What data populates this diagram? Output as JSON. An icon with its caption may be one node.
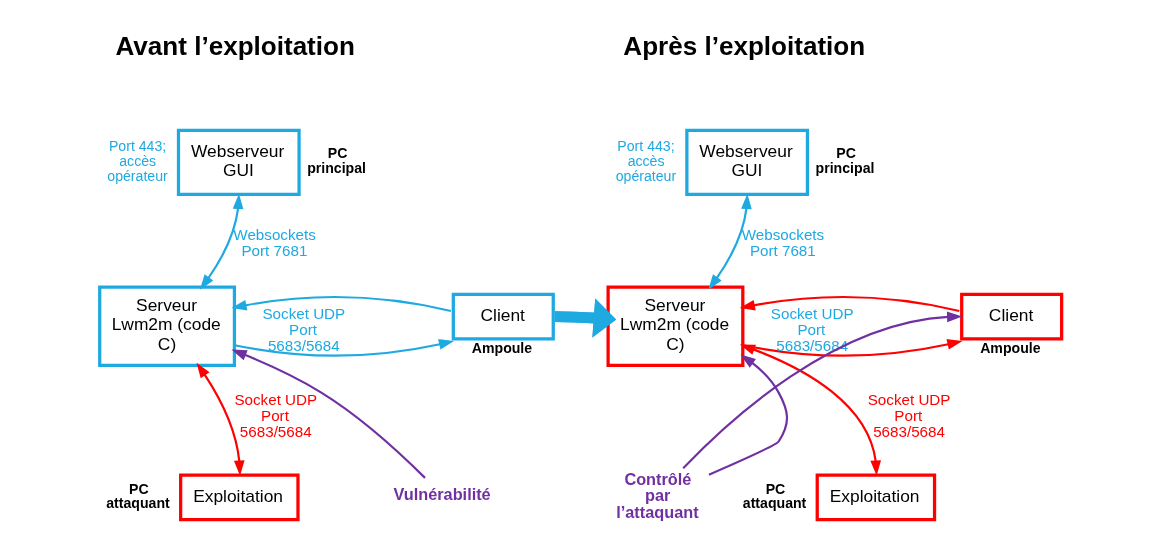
{
  "diagram": {
    "nodes": [
      {
        "text": [
          "Webserveur GUI"
        ],
        "beside": [
          "Port 443; accès opérateur",
          "PC principal"
        ]
      },
      {
        "text": [
          "Serveur Lwm2m (code C)"
        ]
      },
      {
        "text": [
          "Client"
        ],
        "beside": [
          "Ampoule"
        ]
      },
      {
        "text": [
          "Exploitation"
        ],
        "beside": [
          "PC attaquant"
        ]
      },
      {
        "text": [
          "Vulnérabilité"
        ]
      },
      {
        "text": [
          "Webserveur GUI"
        ],
        "beside": [
          "Port 443; accès opérateur",
          "PC principal"
        ]
      },
      {
        "text": [
          "Serveur Lwm2m (code C)"
        ]
      },
      {
        "text": [
          "Client"
        ],
        "beside": [
          "Ampoule"
        ]
      },
      {
        "text": [
          "Exploitation"
        ],
        "beside": [
          "PC attaquant"
        ]
      },
      {
        "text": [
          "Contrôlé par l’attaquant"
        ]
      }
    ],
    "edges": [
      {
        "from": 0,
        "to": 1,
        "arrow": "both",
        "label": "Websockets Port 7681",
        "color": "#1fa9e1"
      },
      {
        "from": 1,
        "to": 2,
        "arrow": "to",
        "label": "Socket UDP Port 5683/5684",
        "color": "#1fa9e1"
      },
      {
        "from": 2,
        "to": 1,
        "arrow": "to",
        "color": "#1fa9e1"
      },
      {
        "from": 1,
        "to": 3,
        "arrow": "both",
        "label": "Socket UDP Port 5683/5684",
        "color": "#ff0000"
      },
      {
        "from": 4,
        "to": 1,
        "arrow": "to",
        "color": "#7030a0"
      },
      {
        "from": 2,
        "to": 6,
        "arrow": "to",
        "style": "thick",
        "color": "#1fa9e1"
      },
      {
        "from": 5,
        "to": 6,
        "arrow": "both",
        "label": "Websockets Port 7681",
        "color": "#1fa9e1"
      },
      {
        "from": 6,
        "to": 7,
        "arrow": "to",
        "label": "Socket UDP Port 5683/5684",
        "color": "#ff0000"
      },
      {
        "from": 7,
        "to": 6,
        "arrow": "to",
        "color": "#ff0000"
      },
      {
        "from": 6,
        "to": 8,
        "arrow": "both",
        "label": "Socket UDP Port 5683/5684",
        "color": "#ff0000"
      },
      {
        "from": 9,
        "to": 6,
        "arrow": "to",
        "color": "#7030a0"
      },
      {
        "from": 9,
        "to": 7,
        "arrow": "to",
        "color": "#7030a0"
      }
    ],
    "labels": [
      "Avant l’exploitation",
      "Après l’exploitation"
    ]
  }
}
